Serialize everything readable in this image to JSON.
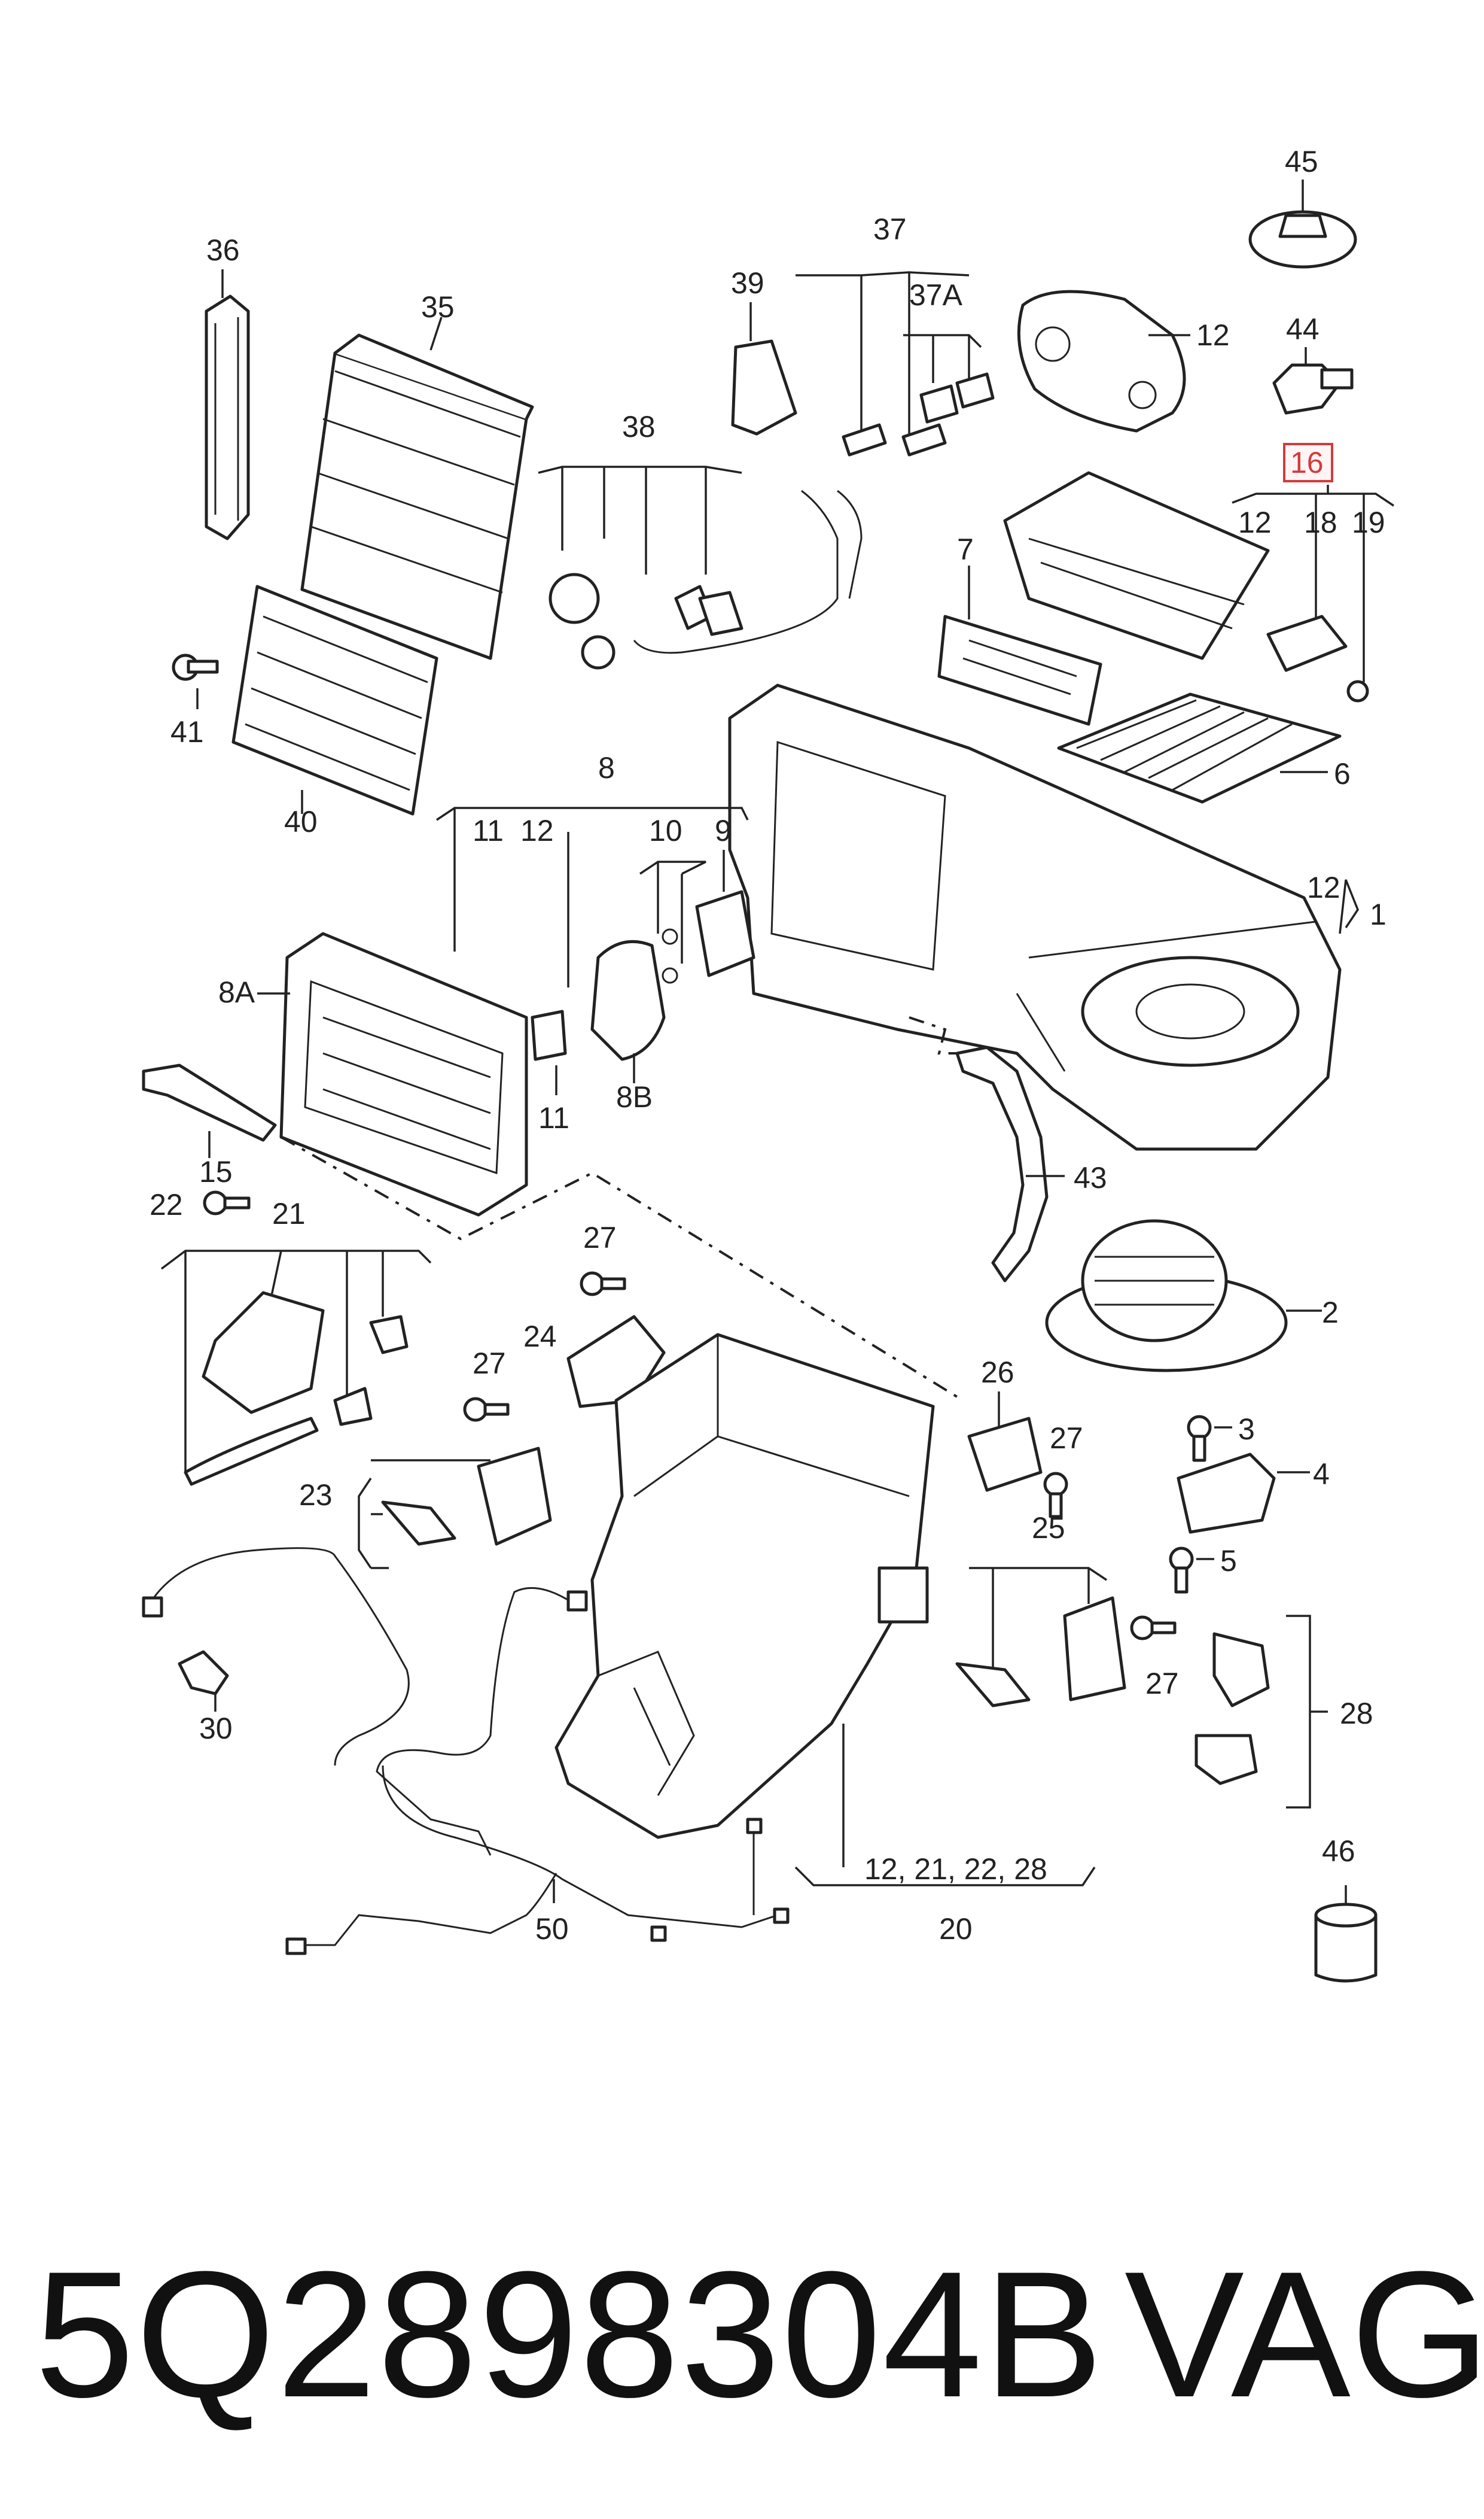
{
  "footer": {
    "part_number": "5Q2898304B",
    "brand": "VAG"
  },
  "highlight_color": "#d23c3c",
  "labels": {
    "l1": "1",
    "l2": "2",
    "l3": "3",
    "l4": "4",
    "l5": "5",
    "l6": "6",
    "l7": "7",
    "l8": "8",
    "l8a": "8A",
    "l8b": "8B",
    "l9": "9",
    "l10": "10",
    "l11a": "11",
    "l11b": "11",
    "l12a": "12",
    "l12b": "12",
    "l12c": "12",
    "l12d": "12",
    "l15": "15",
    "l16": "16",
    "l18": "18",
    "l19": "19",
    "l20": "20",
    "l21": "21",
    "l22": "22",
    "l23": "23",
    "l24": "24",
    "l25": "25",
    "l26": "26",
    "l27a": "27",
    "l27b": "27",
    "l27c": "27",
    "l27d": "27",
    "l28": "28",
    "l30": "30",
    "l35": "35",
    "l36": "36",
    "l37": "37",
    "l37a": "37A",
    "l38": "38",
    "l39": "39",
    "l40": "40",
    "l41": "41",
    "l43": "43",
    "l44": "44",
    "l45": "45",
    "l46": "46",
    "l50": "50",
    "l20sub": "12, 21, 22, 28"
  }
}
